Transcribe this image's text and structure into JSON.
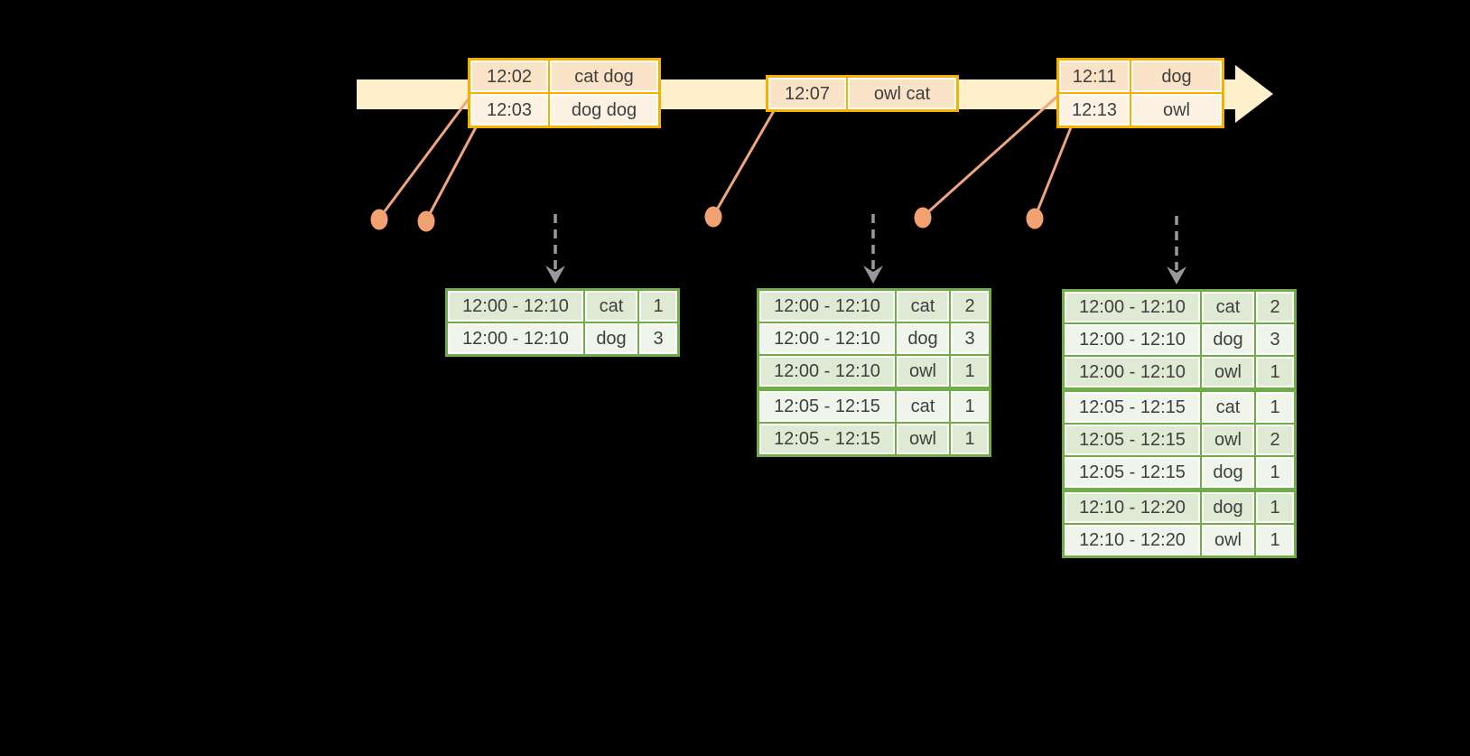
{
  "diagram": {
    "input_tables": [
      {
        "rows": [
          {
            "time": "12:02",
            "words": "cat dog"
          },
          {
            "time": "12:03",
            "words": "dog dog"
          }
        ]
      },
      {
        "rows": [
          {
            "time": "12:07",
            "words": "owl cat"
          }
        ]
      },
      {
        "rows": [
          {
            "time": "12:11",
            "words": "dog"
          },
          {
            "time": "12:13",
            "words": "owl"
          }
        ]
      }
    ],
    "result_tables": [
      {
        "rows": [
          {
            "window": "12:00 - 12:10",
            "word": "cat",
            "count": "1"
          },
          {
            "window": "12:00 - 12:10",
            "word": "dog",
            "count": "3"
          }
        ]
      },
      {
        "rows": [
          {
            "window": "12:00 - 12:10",
            "word": "cat",
            "count": "2"
          },
          {
            "window": "12:00 - 12:10",
            "word": "dog",
            "count": "3"
          },
          {
            "window": "12:00 - 12:10",
            "word": "owl",
            "count": "1"
          },
          {
            "window": "12:05 - 12:15",
            "word": "cat",
            "count": "1"
          },
          {
            "window": "12:05 - 12:15",
            "word": "owl",
            "count": "1"
          }
        ]
      },
      {
        "rows": [
          {
            "window": "12:00 - 12:10",
            "word": "cat",
            "count": "2"
          },
          {
            "window": "12:00 - 12:10",
            "word": "dog",
            "count": "3"
          },
          {
            "window": "12:00 - 12:10",
            "word": "owl",
            "count": "1"
          },
          {
            "window": "12:05 - 12:15",
            "word": "cat",
            "count": "1"
          },
          {
            "window": "12:05 - 12:15",
            "word": "owl",
            "count": "2"
          },
          {
            "window": "12:05 - 12:15",
            "word": "dog",
            "count": "1"
          },
          {
            "window": "12:10 - 12:20",
            "word": "dog",
            "count": "1"
          },
          {
            "window": "12:10 - 12:20",
            "word": "owl",
            "count": "1"
          }
        ]
      }
    ]
  },
  "colors": {
    "background": "#000000",
    "timeline_fill": "#FDF0CB",
    "orange_border": "#F5B000",
    "orange_row_dark": "#FAE3C6",
    "orange_row_light": "#FDF2E4",
    "salmon_line": "#EFA57E",
    "salmon_dot": "#F2A271",
    "green_border": "#6FAD46",
    "green_row_dark": "#DEEAD3",
    "green_row_light": "#F0F5EC",
    "gray_arrow": "#999999",
    "text": "#3F3F3F"
  }
}
